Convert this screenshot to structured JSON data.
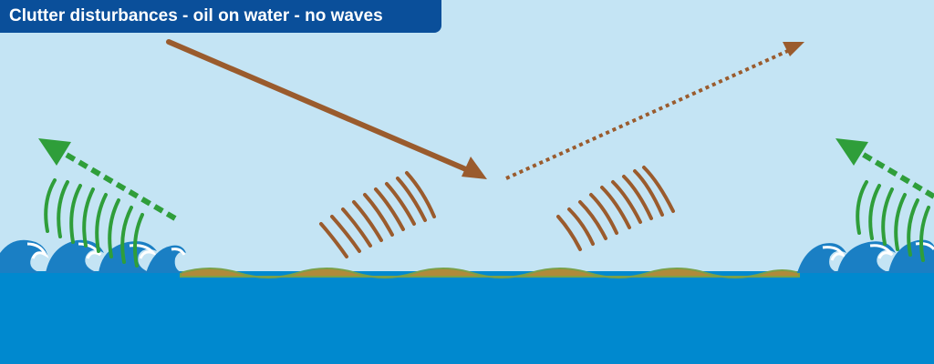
{
  "title": "Clutter disturbances - oil on water - no waves",
  "colors": {
    "sky": "#c4e4f4",
    "sea": "#0089cf",
    "wave_crest": "#1a7fc4",
    "foam": "#ffffff",
    "incident_ray": "#9a5b2d",
    "reflected_ray": "#9a5b2d",
    "brown_echo": "#9a5b2d",
    "green_echo": "#2f9e3a",
    "oil_film": "#b08a3a",
    "oil_film_edge": "#7aa04a",
    "banner": "#0a4f9a"
  },
  "icons": {
    "incident_arrow": "solid-arrow",
    "reflected_arrow": "dotted-arrow",
    "clutter_arrow": "dashed-green-arrow",
    "wave_symbol": "breaking-wave"
  }
}
